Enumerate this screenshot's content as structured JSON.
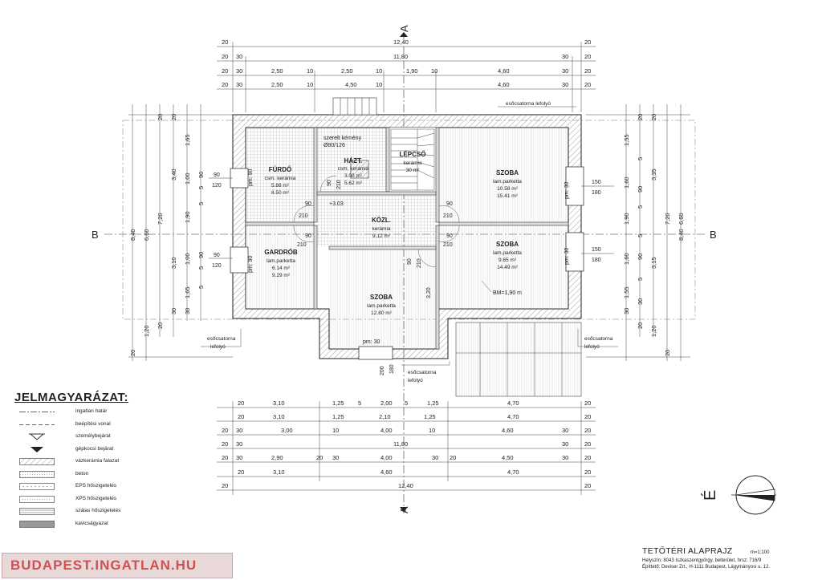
{
  "section_label": "A",
  "section_label_b": "B",
  "top_dims": {
    "row1": [
      "20",
      "12,40",
      "20"
    ],
    "row2": [
      "20",
      "30",
      "11,80",
      "30",
      "20"
    ],
    "row3": [
      "20",
      "30",
      "2,50",
      "10",
      "2,50",
      "10",
      "1,90",
      "10",
      "4,60",
      "30",
      "20"
    ],
    "row4": [
      "20",
      "30",
      "2,50",
      "10",
      "4,50",
      "10",
      "4,60",
      "30",
      "20"
    ]
  },
  "bottom_dims": {
    "row1": [
      "20",
      "3,10",
      "1,25",
      "5",
      "2,00",
      "5",
      "1,25",
      "4,70",
      "20"
    ],
    "row2": [
      "20",
      "3,10",
      "1,25",
      "2,10",
      "1,25",
      "4,70",
      "20"
    ],
    "row3": [
      "20",
      "30",
      "3,00",
      "10",
      "4,00",
      "10",
      "4,60",
      "30",
      "20"
    ],
    "row4": [
      "20",
      "30",
      "11,80",
      "30",
      "20"
    ],
    "row5": [
      "20",
      "30",
      "2,90",
      "20",
      "30",
      "4,00",
      "30",
      "20",
      "4,50",
      "30",
      "20"
    ],
    "row6": [
      "20",
      "3,10",
      "4,60",
      "4,70",
      "20"
    ],
    "row7": [
      "20",
      "12,40",
      "20"
    ]
  },
  "left_dims": [
    "20",
    "1,20",
    "20",
    "30",
    "1,65",
    "1,00",
    "3,40",
    "5",
    "90",
    "5",
    "1,90",
    "1,00",
    "5",
    "90",
    "3,10",
    "5",
    "1,65",
    "30",
    "20",
    "20",
    "7,20",
    "6,60",
    "8,40"
  ],
  "right_dims": [
    "20",
    "1,20",
    "20",
    "30",
    "1,55",
    "5",
    "1,60",
    "90",
    "3,35",
    "5",
    "1,90",
    "5",
    "1,60",
    "90",
    "3,15",
    "5",
    "1,55",
    "30",
    "20",
    "20",
    "7,20",
    "6,60",
    "8,40"
  ],
  "rooms": [
    {
      "name": "FÜRDŐ",
      "l1": "csm. kerámia",
      "l2": "5.88 m²",
      "l3": "8.50 m²"
    },
    {
      "name": "HÁZT.",
      "l1": "csm. kerámia",
      "l2": "3.00 m²",
      "l3": "5.62 m²"
    },
    {
      "name": "LÉPCSŐ",
      "l1": "kerámia",
      "l2": "30 m²",
      "l3": ""
    },
    {
      "name": "SZOBA",
      "l1": "lam.parketta",
      "l2": "10.58 m²",
      "l3": "15.41 m²"
    },
    {
      "name": "KÖZL.",
      "l1": "kerámia",
      "l2": "9.12 m²",
      "l3": ""
    },
    {
      "name": "GARDRÓB",
      "l1": "lam.parketta",
      "l2": "6.14 m²",
      "l3": "9.29 m²"
    },
    {
      "name": "SZOBA",
      "l1": "lam.parketta",
      "l2": "12.80 m²",
      "l3": ""
    },
    {
      "name": "SZOBA",
      "l1": "lam.parketta",
      "l2": "9.65 m²",
      "l3": "14.49 m²"
    }
  ],
  "annotations": {
    "kemeny1": "szerelt kémény",
    "kemeny2": "Ø80/126",
    "level": "+3.03",
    "bm": "BM=1,90 m",
    "eso_top": "esőcsatorna lefolyó",
    "eso_left1": "esőcsatorna",
    "eso_left2": "lefolyó",
    "eso_right1": "esőcsatorna",
    "eso_right2": "lefolyó",
    "eso_bottom1": "esőcsatorna",
    "eso_bottom2": "lefolyó",
    "pm90": "pm: 90",
    "pm30": "pm: 30",
    "w90": "90",
    "w120": "120",
    "w150": "150",
    "w180": "180",
    "d90": "90",
    "d210": "210",
    "d200": "200",
    "d180": "180",
    "h320": "3,20"
  },
  "legend": {
    "title": "JELMAGYARÁZAT:",
    "items": [
      {
        "icon": "dash-dot-line",
        "text": "ingatlan határ"
      },
      {
        "icon": "dashed-line",
        "text": "beépítési vonal"
      },
      {
        "icon": "open-triangle-icon",
        "text": "személybejárat"
      },
      {
        "icon": "filled-triangle-icon",
        "text": "gépkocsi bejárat"
      },
      {
        "icon": "hatch-box",
        "text": "vázkerámia falazat"
      },
      {
        "icon": "dotted-box",
        "text": "beton"
      },
      {
        "icon": "eps-box",
        "text": "EPS hőszigetelés"
      },
      {
        "icon": "xps-box",
        "text": "XPS hőszigetelés"
      },
      {
        "icon": "lines-box",
        "text": "szálas hőszigetelés"
      },
      {
        "icon": "gravel-box",
        "text": "kavicságyazat"
      }
    ]
  },
  "title_block": {
    "title": "TETŐTÉRI ALAPRAJZ",
    "scale": "m=1:100",
    "site": "Helyszín: 8043 Iszkaszentgyörgy, belterület, hrsz: 716/9",
    "builder": "Építtető: Deviser Zrt., H-1111 Budapest, Lágymányosi u. 12."
  },
  "north": "É",
  "watermark": "BUDAPEST.INGATLAN.HU"
}
